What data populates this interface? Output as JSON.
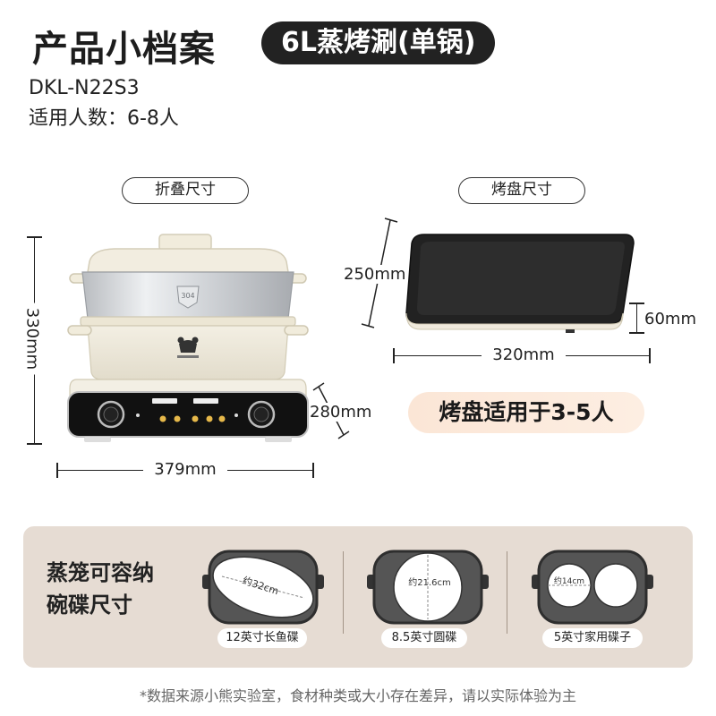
{
  "header": {
    "title": "产品小档案",
    "title_tag": "6L蒸烤涮(单锅)",
    "model": "DKL-N22S3",
    "people": "适用人数：6-8人"
  },
  "folded": {
    "label": "折叠尺寸",
    "height": "330mm",
    "width": "379mm",
    "depth": "280mm",
    "badge_304": "304"
  },
  "pan": {
    "label": "烤盘尺寸",
    "depth": "250mm",
    "height": "60mm",
    "width": "320mm",
    "suitable": "烤盘适用于3-5人"
  },
  "steamer": {
    "title_line1": "蒸笼可容纳",
    "title_line2": "碗碟尺寸",
    "plates": [
      {
        "size": "约32cm",
        "label": "12英寸长鱼碟"
      },
      {
        "size": "约21.6cm",
        "label": "8.5英寸圆碟"
      },
      {
        "size": "约14cm",
        "label": "5英寸家用碟子"
      }
    ]
  },
  "footnote": "*数据来源小熊实验室，食材种类或大小存在差异，请以实际体验为主",
  "colors": {
    "dark": "#222222",
    "cream": "#f1ecdc",
    "bottom_panel": "#e6dcd3",
    "pill_highlight": "#fbe6d6"
  }
}
